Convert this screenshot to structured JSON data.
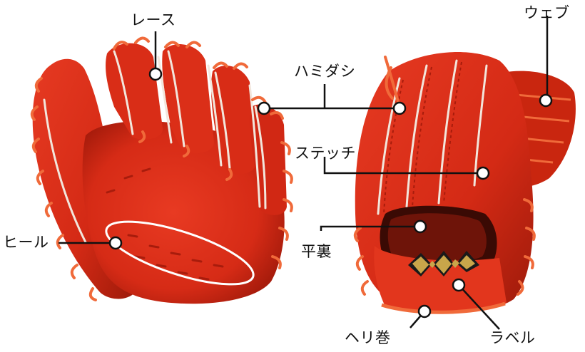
{
  "labels": {
    "lace": "レース",
    "hamidashi": "ハミダシ",
    "web": "ウェブ",
    "stitch": "ステッチ",
    "heel": "ヒール",
    "hiraura": "平裏",
    "herimaki": "ヘリ巻",
    "label": "ラベル"
  },
  "colors": {
    "leather": "#e0321c",
    "leather_dark": "#b8200f",
    "leather_shadow": "#8f1608",
    "lace": "#f06a3a",
    "welting": "#f2e6dc",
    "logo_gold": "#c9a64a",
    "logo_black": "#1a1a1a",
    "leader_line": "#111111",
    "marker_fill": "#ffffff"
  }
}
